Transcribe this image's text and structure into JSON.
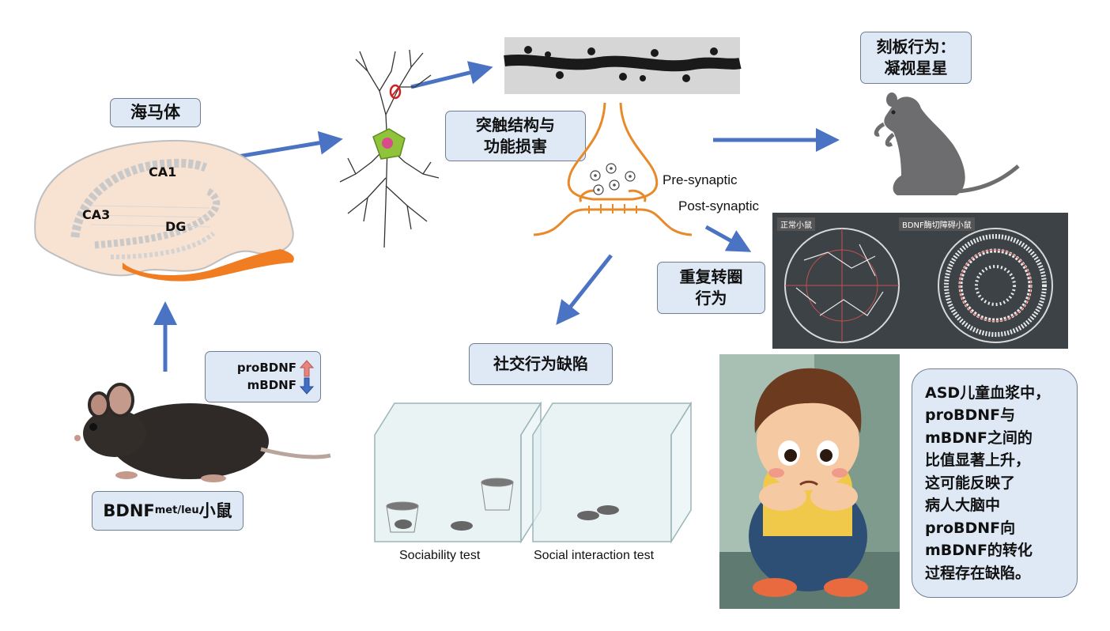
{
  "hippocampus": {
    "title": "海马体",
    "ca1": "CA1",
    "ca3": "CA3",
    "dg": "DG"
  },
  "mouse": {
    "label_main": "BDNF",
    "label_sup": "met/leu",
    "label_tail": "小鼠"
  },
  "markers": {
    "pro": "proBDNF",
    "m": "mBDNF",
    "pro_direction": "up",
    "m_direction": "down"
  },
  "synapse": {
    "damage_label": "突触结构与\n功能损害",
    "pre": "Pre-synaptic",
    "post": "Post-synaptic"
  },
  "behaviors": {
    "stereotypy": "刻板行为：\n凝视星星",
    "circling": "重复转圈\n行为",
    "social": "社交行为缺陷"
  },
  "tracking": {
    "normal": "正常小鼠",
    "mutant": "BDNF酶切障碍小鼠"
  },
  "tests": {
    "sociability": "Sociability test",
    "interaction": "Social interaction test"
  },
  "asd_note": "ASD儿童血浆中，\nproBDNF与\nmBDNF之间的\n比值显著上升，\n这可能反映了\n病人大脑中\nproBDNF向\nmBDNF的转化\n过程存在缺陷。",
  "colors": {
    "arrow": "#4b73c4",
    "box_fill": "#dfe9f6",
    "synapse": "#e8892a",
    "up": "#e8847f",
    "down": "#3f6fc6"
  }
}
